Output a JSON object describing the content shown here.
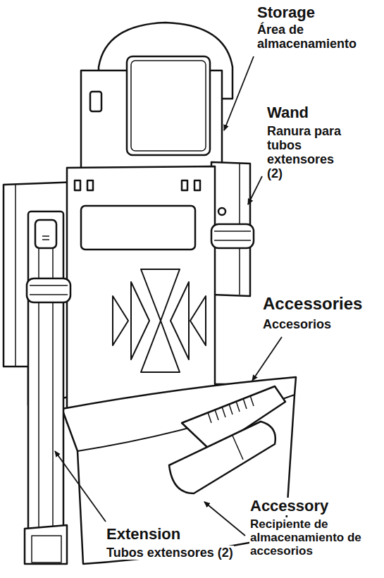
{
  "diagram": {
    "labels": [
      "Storage",
      "Área de almacenamiento",
      "Wand",
      "Ranura para tubos extensores (2)",
      "Accessories",
      "Accesorios",
      "Accessory",
      "Recipiente de almacenamiento de accesorios",
      "Extension",
      "Tubos extensores (2)"
    ]
  }
}
